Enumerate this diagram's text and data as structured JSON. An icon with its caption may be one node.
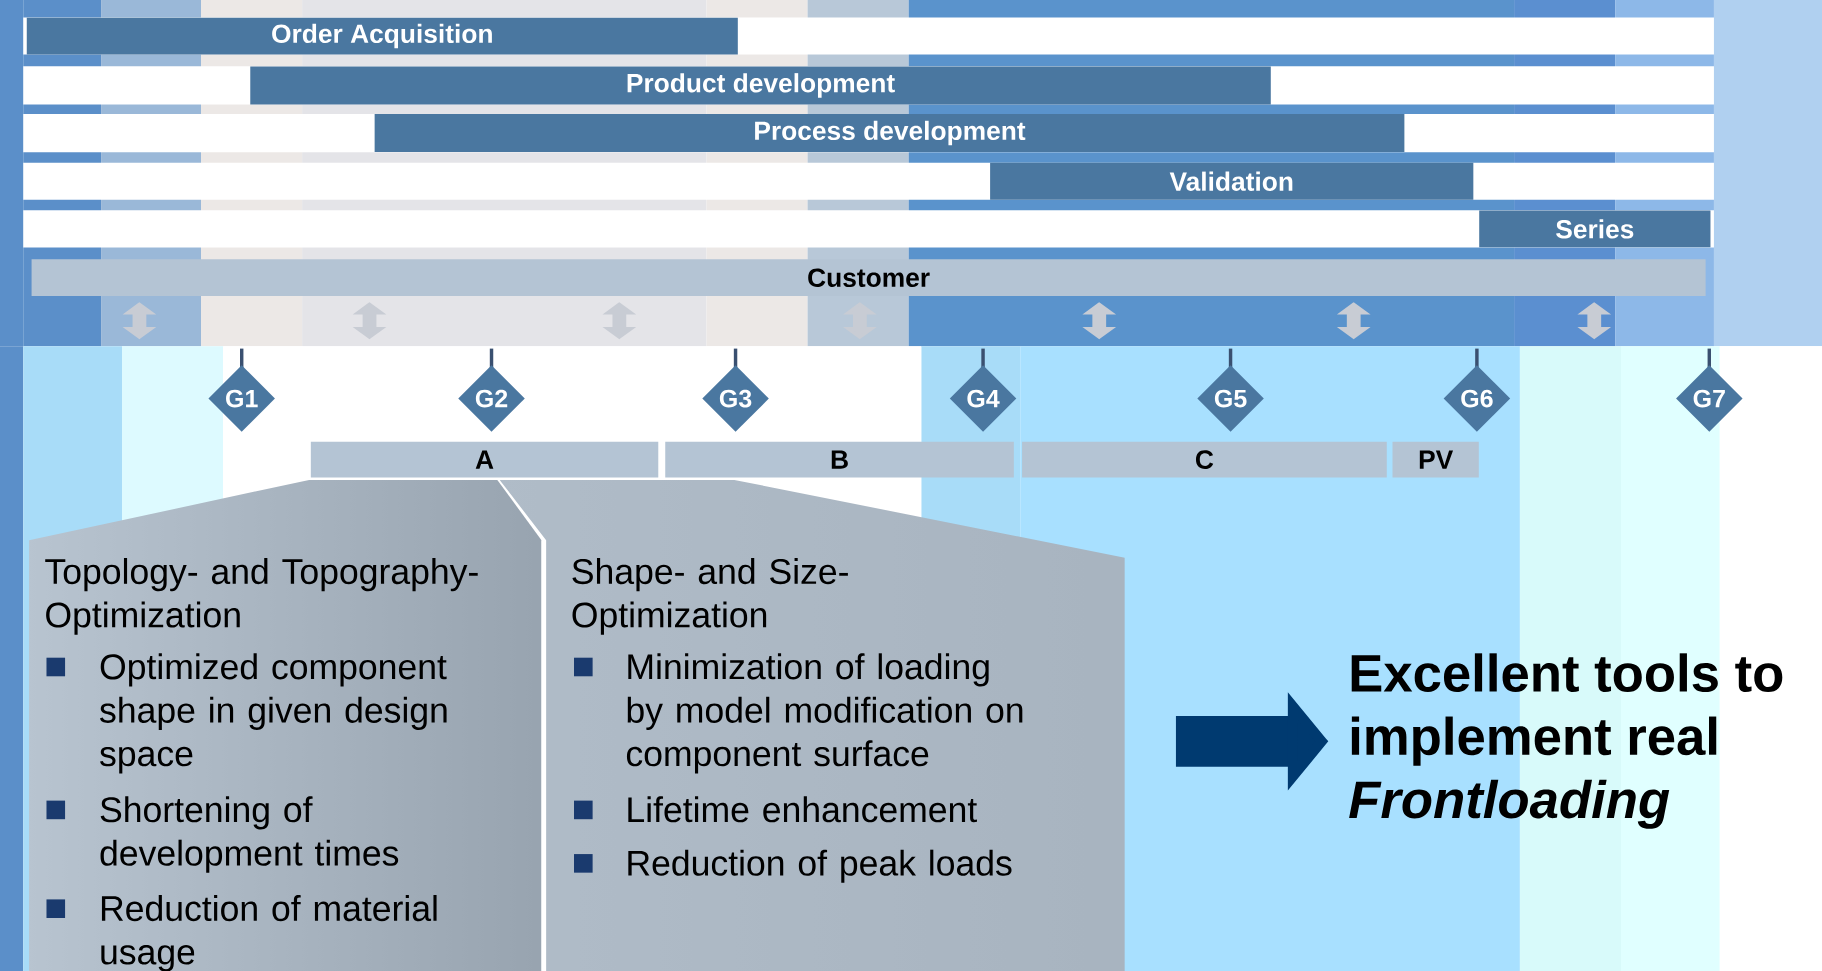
{
  "diagram": {
    "nodes": [
      {
        "text": [
          "Order Acquisition"
        ]
      },
      {
        "text": [
          "Product development"
        ]
      },
      {
        "text": [
          "Process development"
        ]
      },
      {
        "text": [
          "Validation"
        ]
      },
      {
        "text": [
          "Series"
        ]
      },
      {
        "text": [
          "Customer"
        ]
      },
      {
        "text": [
          "G1"
        ]
      },
      {
        "text": [
          "G2"
        ]
      },
      {
        "text": [
          "G3"
        ]
      },
      {
        "text": [
          "G4"
        ]
      },
      {
        "text": [
          "G5"
        ]
      },
      {
        "text": [
          "G6"
        ]
      },
      {
        "text": [
          "G7"
        ]
      },
      {
        "text": [
          "A"
        ]
      },
      {
        "text": [
          "B"
        ]
      },
      {
        "text": [
          "C"
        ]
      },
      {
        "text": [
          "PV"
        ]
      },
      {
        "text": [
          "Topology- and Topography-Optimization",
          "Optimized component shape in given design space",
          "Shortening of development times",
          "Reduction of  material usage"
        ]
      },
      {
        "text": [
          "Shape- and Size-Optimization",
          "Minimization of loading by model modification on component surface",
          "Lifetime enhancement",
          "Reduction of peak loads"
        ]
      },
      {
        "text": [
          "Excellent tools to implement real *Frontloading*"
        ]
      }
    ],
    "edges": [
      {
        "from": null,
        "to": 19,
        "arrow": "to",
        "color": "#003a70"
      }
    ]
  }
}
